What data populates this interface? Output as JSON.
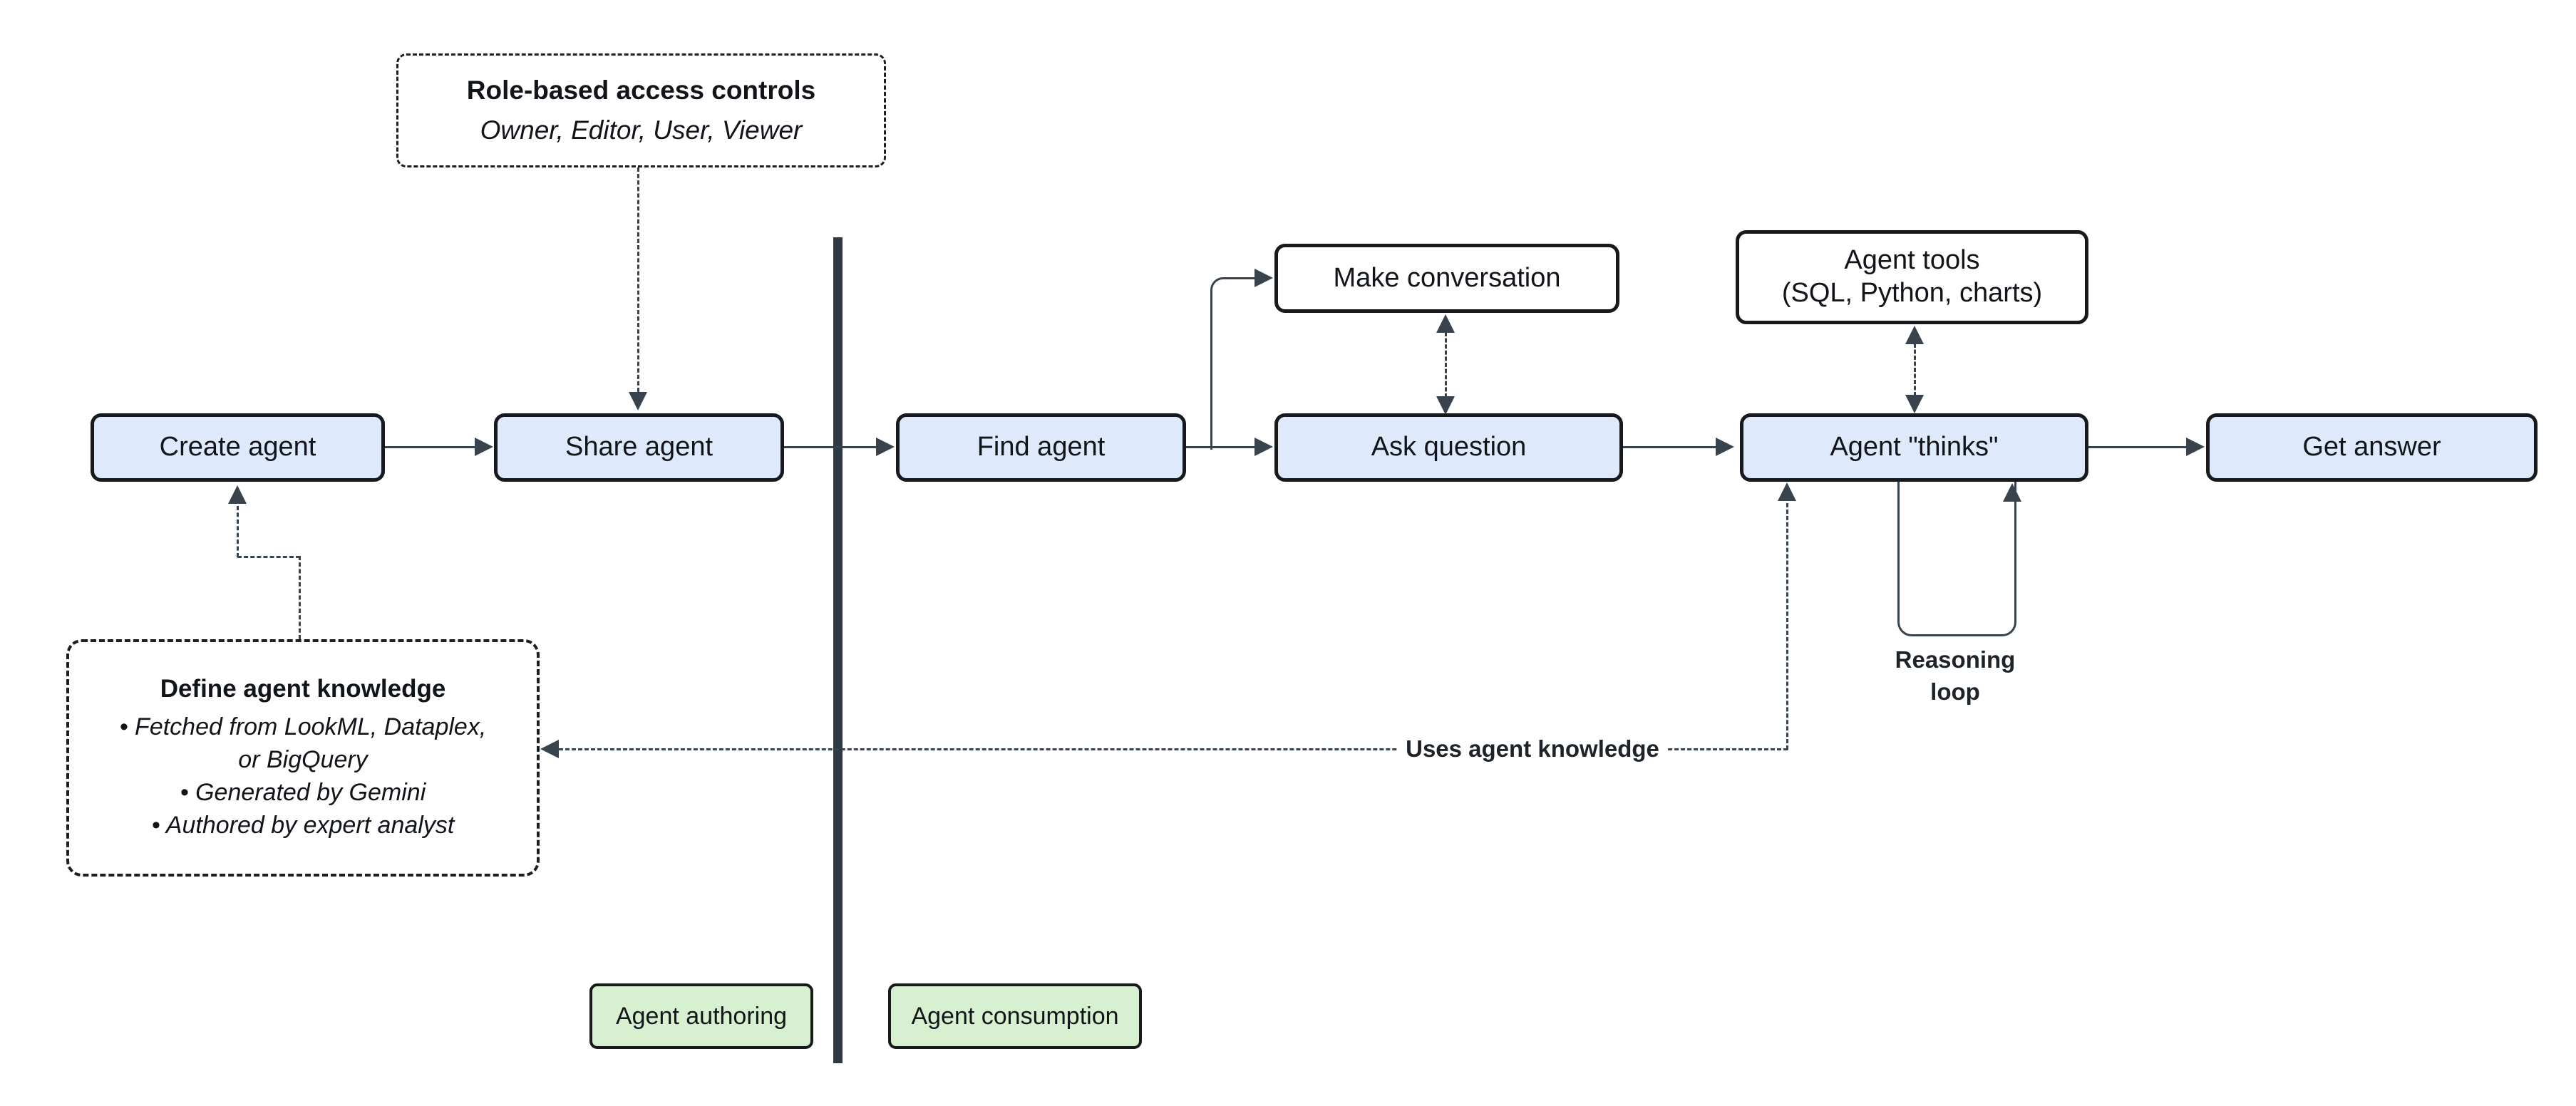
{
  "diagram": {
    "nodes": {
      "role_access": {
        "title": "Role-based access controls",
        "subtitle": "Owner, Editor, User, Viewer"
      },
      "create_agent": {
        "label": "Create agent"
      },
      "share_agent": {
        "label": "Share agent"
      },
      "find_agent": {
        "label": "Find agent"
      },
      "make_conversation": {
        "label": "Make conversation"
      },
      "ask_question": {
        "label": "Ask question"
      },
      "agent_tools": {
        "line1": "Agent tools",
        "line2": "(SQL, Python, charts)"
      },
      "agent_thinks": {
        "label": "Agent \"thinks\""
      },
      "get_answer": {
        "label": "Get answer"
      },
      "define_knowledge": {
        "title": "Define agent knowledge",
        "lines": [
          "• Fetched from LookML, Dataplex,",
          "or BigQuery",
          "• Generated by Gemini",
          "• Authored by expert analyst"
        ]
      }
    },
    "labels": {
      "uses_knowledge": "Uses agent knowledge",
      "reasoning_loop": "Reasoning loop",
      "authoring": "Agent authoring",
      "consumption": "Agent consumption"
    },
    "colors": {
      "node_fill_blue": "#deeafc",
      "node_fill_green": "#d7f0cf",
      "node_fill_white": "#ffffff",
      "node_border": "#17191d",
      "connector": "#39434d",
      "divider": "#2e3944",
      "text": "#111418"
    }
  }
}
